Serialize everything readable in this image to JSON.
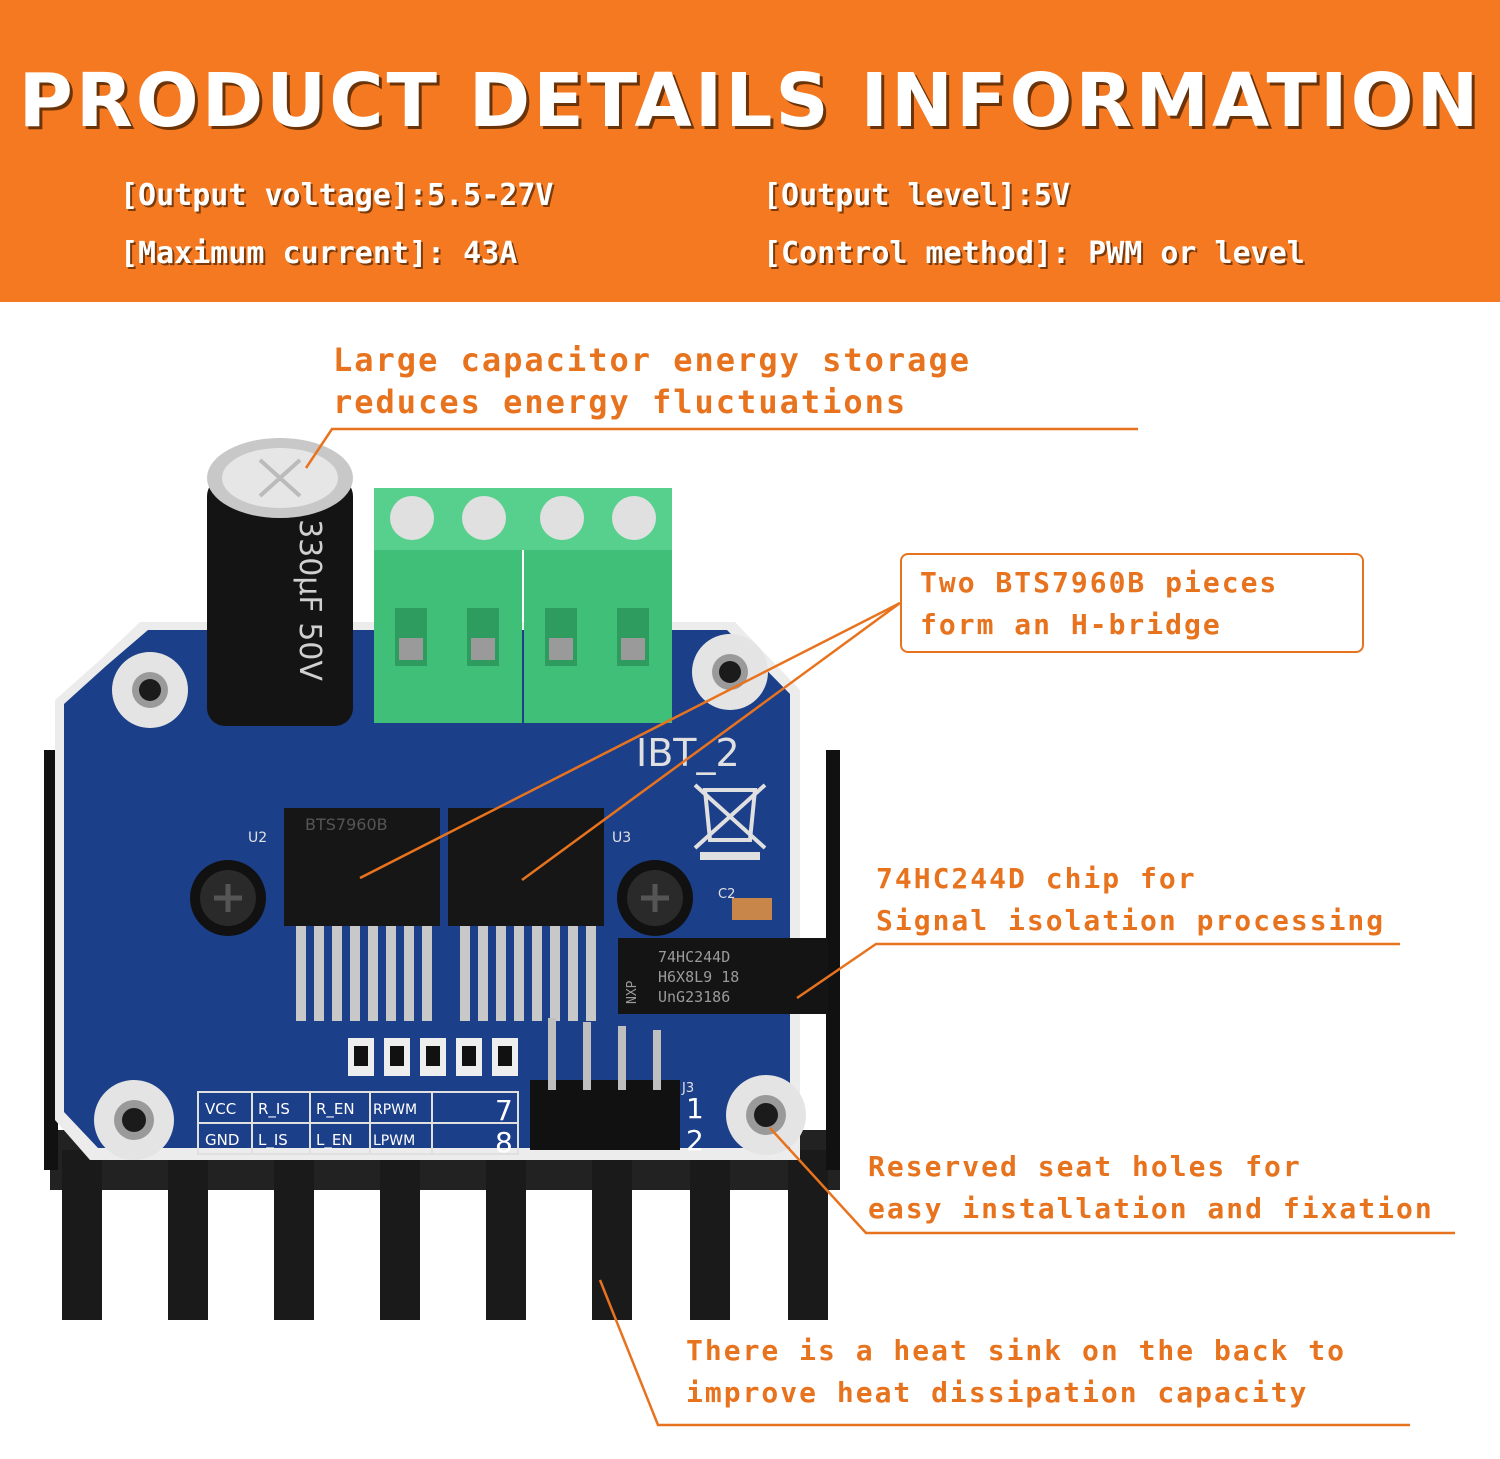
{
  "banner": {
    "title": "PRODUCT DETAILS INFORMATION",
    "specs": [
      "[Output voltage]:5.5-27V",
      "[Output level]:5V",
      "[Maximum current]: 43A",
      "[Control method]: PWM or level"
    ]
  },
  "callouts": {
    "capacitor_line1": "Large capacitor energy storage",
    "capacitor_line2": "reduces energy fluctuations",
    "hbridge_line1": "Two BTS7960B pieces",
    "hbridge_line2": "form an H-bridge",
    "chip_line1": "74HC244D chip for",
    "chip_line2": "Signal isolation processing",
    "holes_line1": "Reserved seat holes for",
    "holes_line2": "easy installation and fixation",
    "heatsink_line1": "There is a heat sink on the back to",
    "heatsink_line2": "improve heat dissipation capacity"
  },
  "board": {
    "model": "IBT_2",
    "capacitor_text": "330µF 50V",
    "u2": "U2",
    "u3": "U3",
    "chip_u2": "BTS7960B",
    "chip_74": "74HC244D",
    "chip_74_line2": "H6X8L9  18",
    "chip_74_line3": "UnG23186",
    "chip_74_brand": "NXP",
    "j3": "J3",
    "c2": "C2",
    "pins_row1": [
      "VCC",
      "R_IS",
      "R_EN",
      "RPWM"
    ],
    "pins_row2": [
      "GND",
      "L_IS",
      "L_EN",
      "LPWM"
    ],
    "pin7": "7",
    "pin8": "8",
    "pin1": "1",
    "pin2": "2"
  },
  "colors": {
    "brand_orange": "#f47920",
    "callout_orange": "#e8731e",
    "pcb_blue": "#1c3f8a",
    "terminal_green": "#3fbf78",
    "heatsink": "#1a1a1a"
  }
}
